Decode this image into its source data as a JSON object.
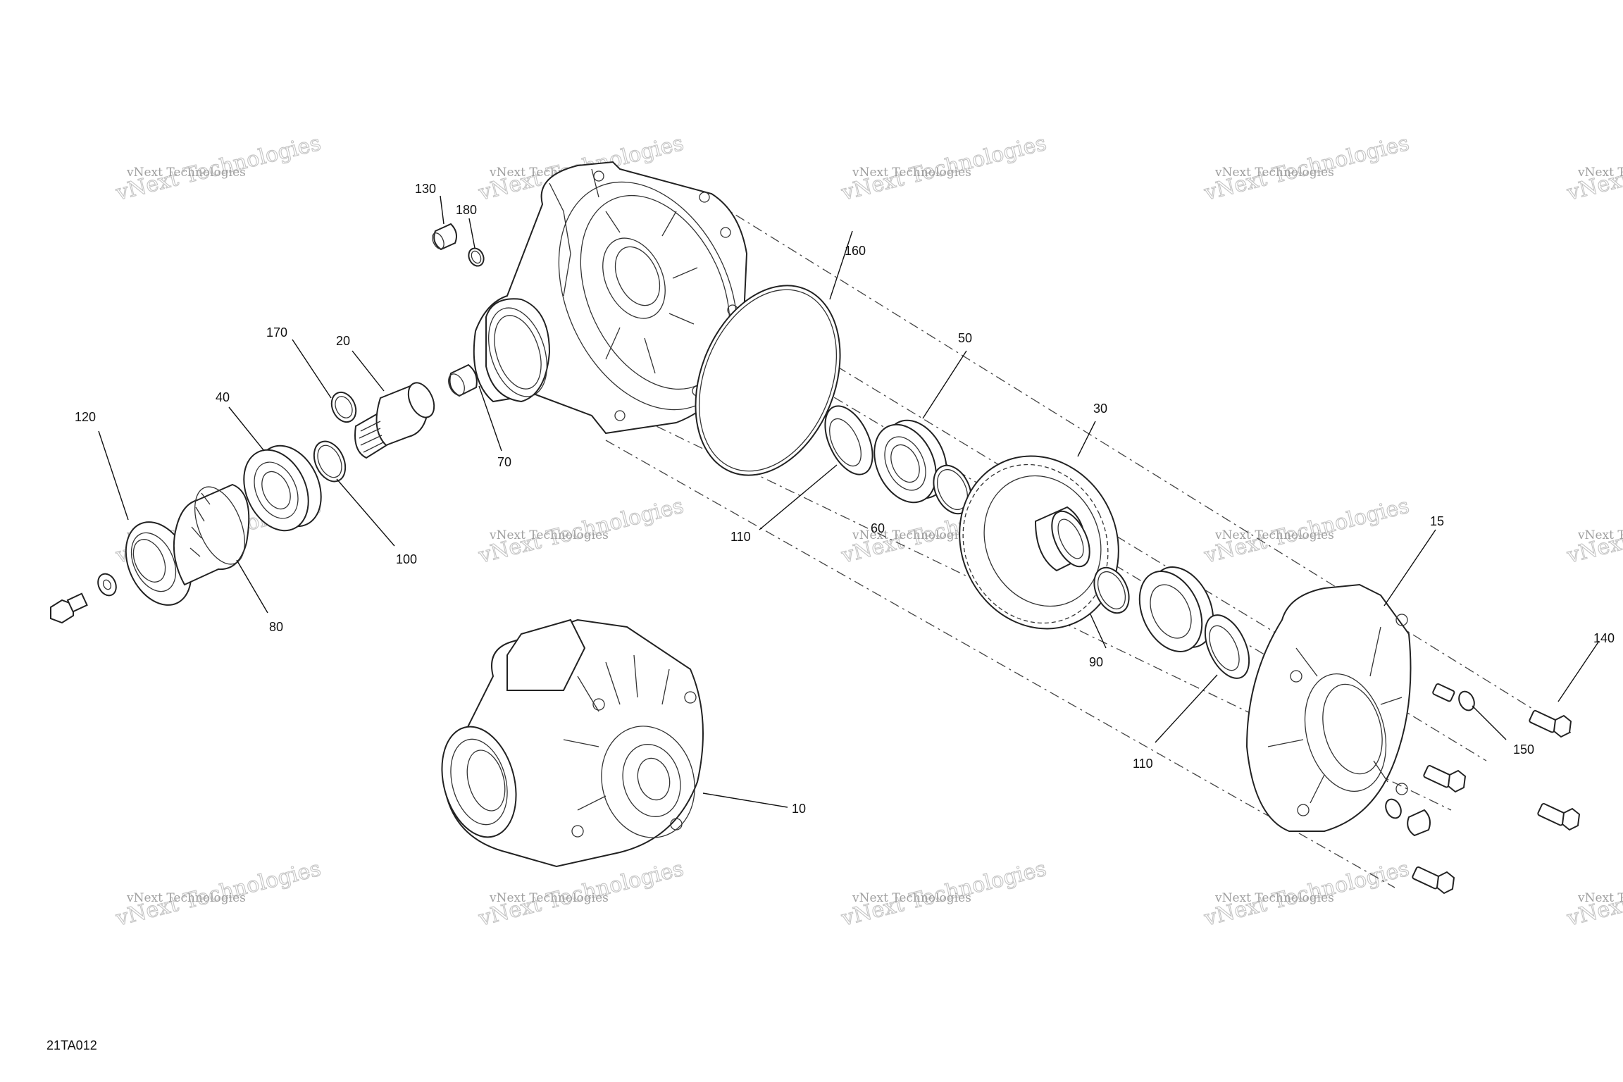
{
  "watermark": {
    "line1": "vNext Technologies",
    "line2": "vNext Technologies"
  },
  "diagram_code": "21TA012",
  "callouts": {
    "c10": "10",
    "c15": "15",
    "c20": "20",
    "c30": "30",
    "c40": "40",
    "c50": "50",
    "c60": "60",
    "c70": "70",
    "c80": "80",
    "c90": "90",
    "c100": "100",
    "c110a": "110",
    "c110b": "110",
    "c120": "120",
    "c130": "130",
    "c140": "140",
    "c150": "150",
    "c160": "160",
    "c170": "170",
    "c180": "180"
  },
  "colors": {
    "line": "#222222",
    "watermark": "#b0b0b0",
    "background": "#ffffff"
  }
}
